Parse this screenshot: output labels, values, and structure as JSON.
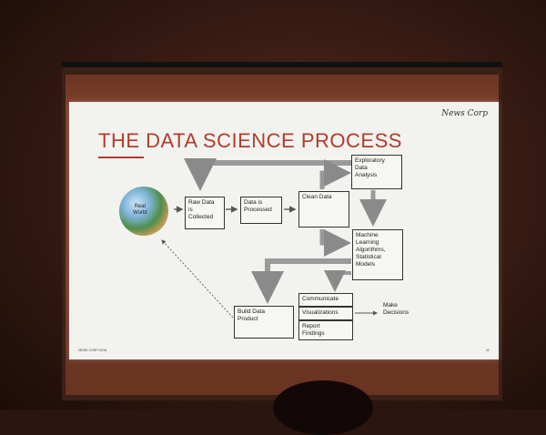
{
  "slide": {
    "brand": "News Corp",
    "title": "THE DATA SCIENCE PROCESS",
    "footer": "NEWS CORP DATA",
    "page_number": "11"
  },
  "diagram": {
    "globe_label": "Real\nWorld",
    "raw_data": "Raw Data\nis\nCollected",
    "processed": "Data is\nProcessed",
    "clean_data": "Clean Data",
    "exploratory": "Exploratory\nData\nAnalysis",
    "ml": "Machine\nLearning\nAlgorithms,\nStatistical\nModels",
    "build_product": "Build Data\nProduct",
    "communicate": "Communicate",
    "visualizations": "Visualizations",
    "report": "Report\nFindings",
    "make_decisions": "Make\nDecisions"
  },
  "colors": {
    "title": "#b23c2a",
    "arrow_gray": "#8a8a8a"
  }
}
